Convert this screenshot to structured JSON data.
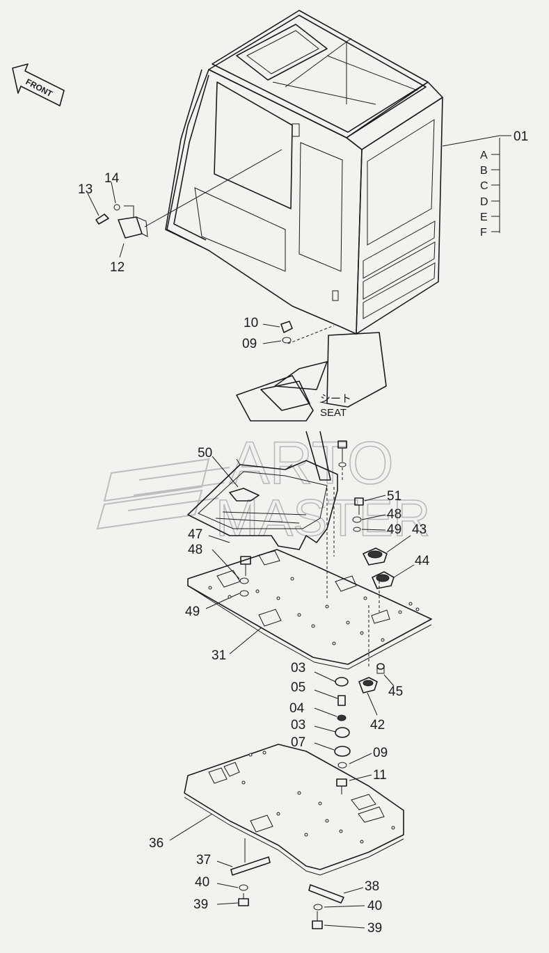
{
  "front_label": "FRONT",
  "seat_label_jp": "シート",
  "seat_label_en": "SEAT",
  "watermark": [
    "ARTO",
    "MASTER"
  ],
  "cab_variants": [
    "A",
    "B",
    "C",
    "D",
    "E",
    "F"
  ],
  "callouts": {
    "p01": "01",
    "p13": "13",
    "p14": "14",
    "p12": "12",
    "p10": "10",
    "p09a": "09",
    "p50": "50",
    "p51": "51",
    "p48a": "48",
    "p49a": "49",
    "p43": "43",
    "p47": "47",
    "p48b": "48",
    "p44": "44",
    "p49b": "49",
    "p31": "31",
    "p03a": "03",
    "p45": "45",
    "p05": "05",
    "p04": "04",
    "p42": "42",
    "p03b": "03",
    "p07": "07",
    "p09b": "09",
    "p11": "11",
    "p36": "36",
    "p37": "37",
    "p38": "38",
    "p40a": "40",
    "p40b": "40",
    "p39a": "39",
    "p39b": "39"
  }
}
